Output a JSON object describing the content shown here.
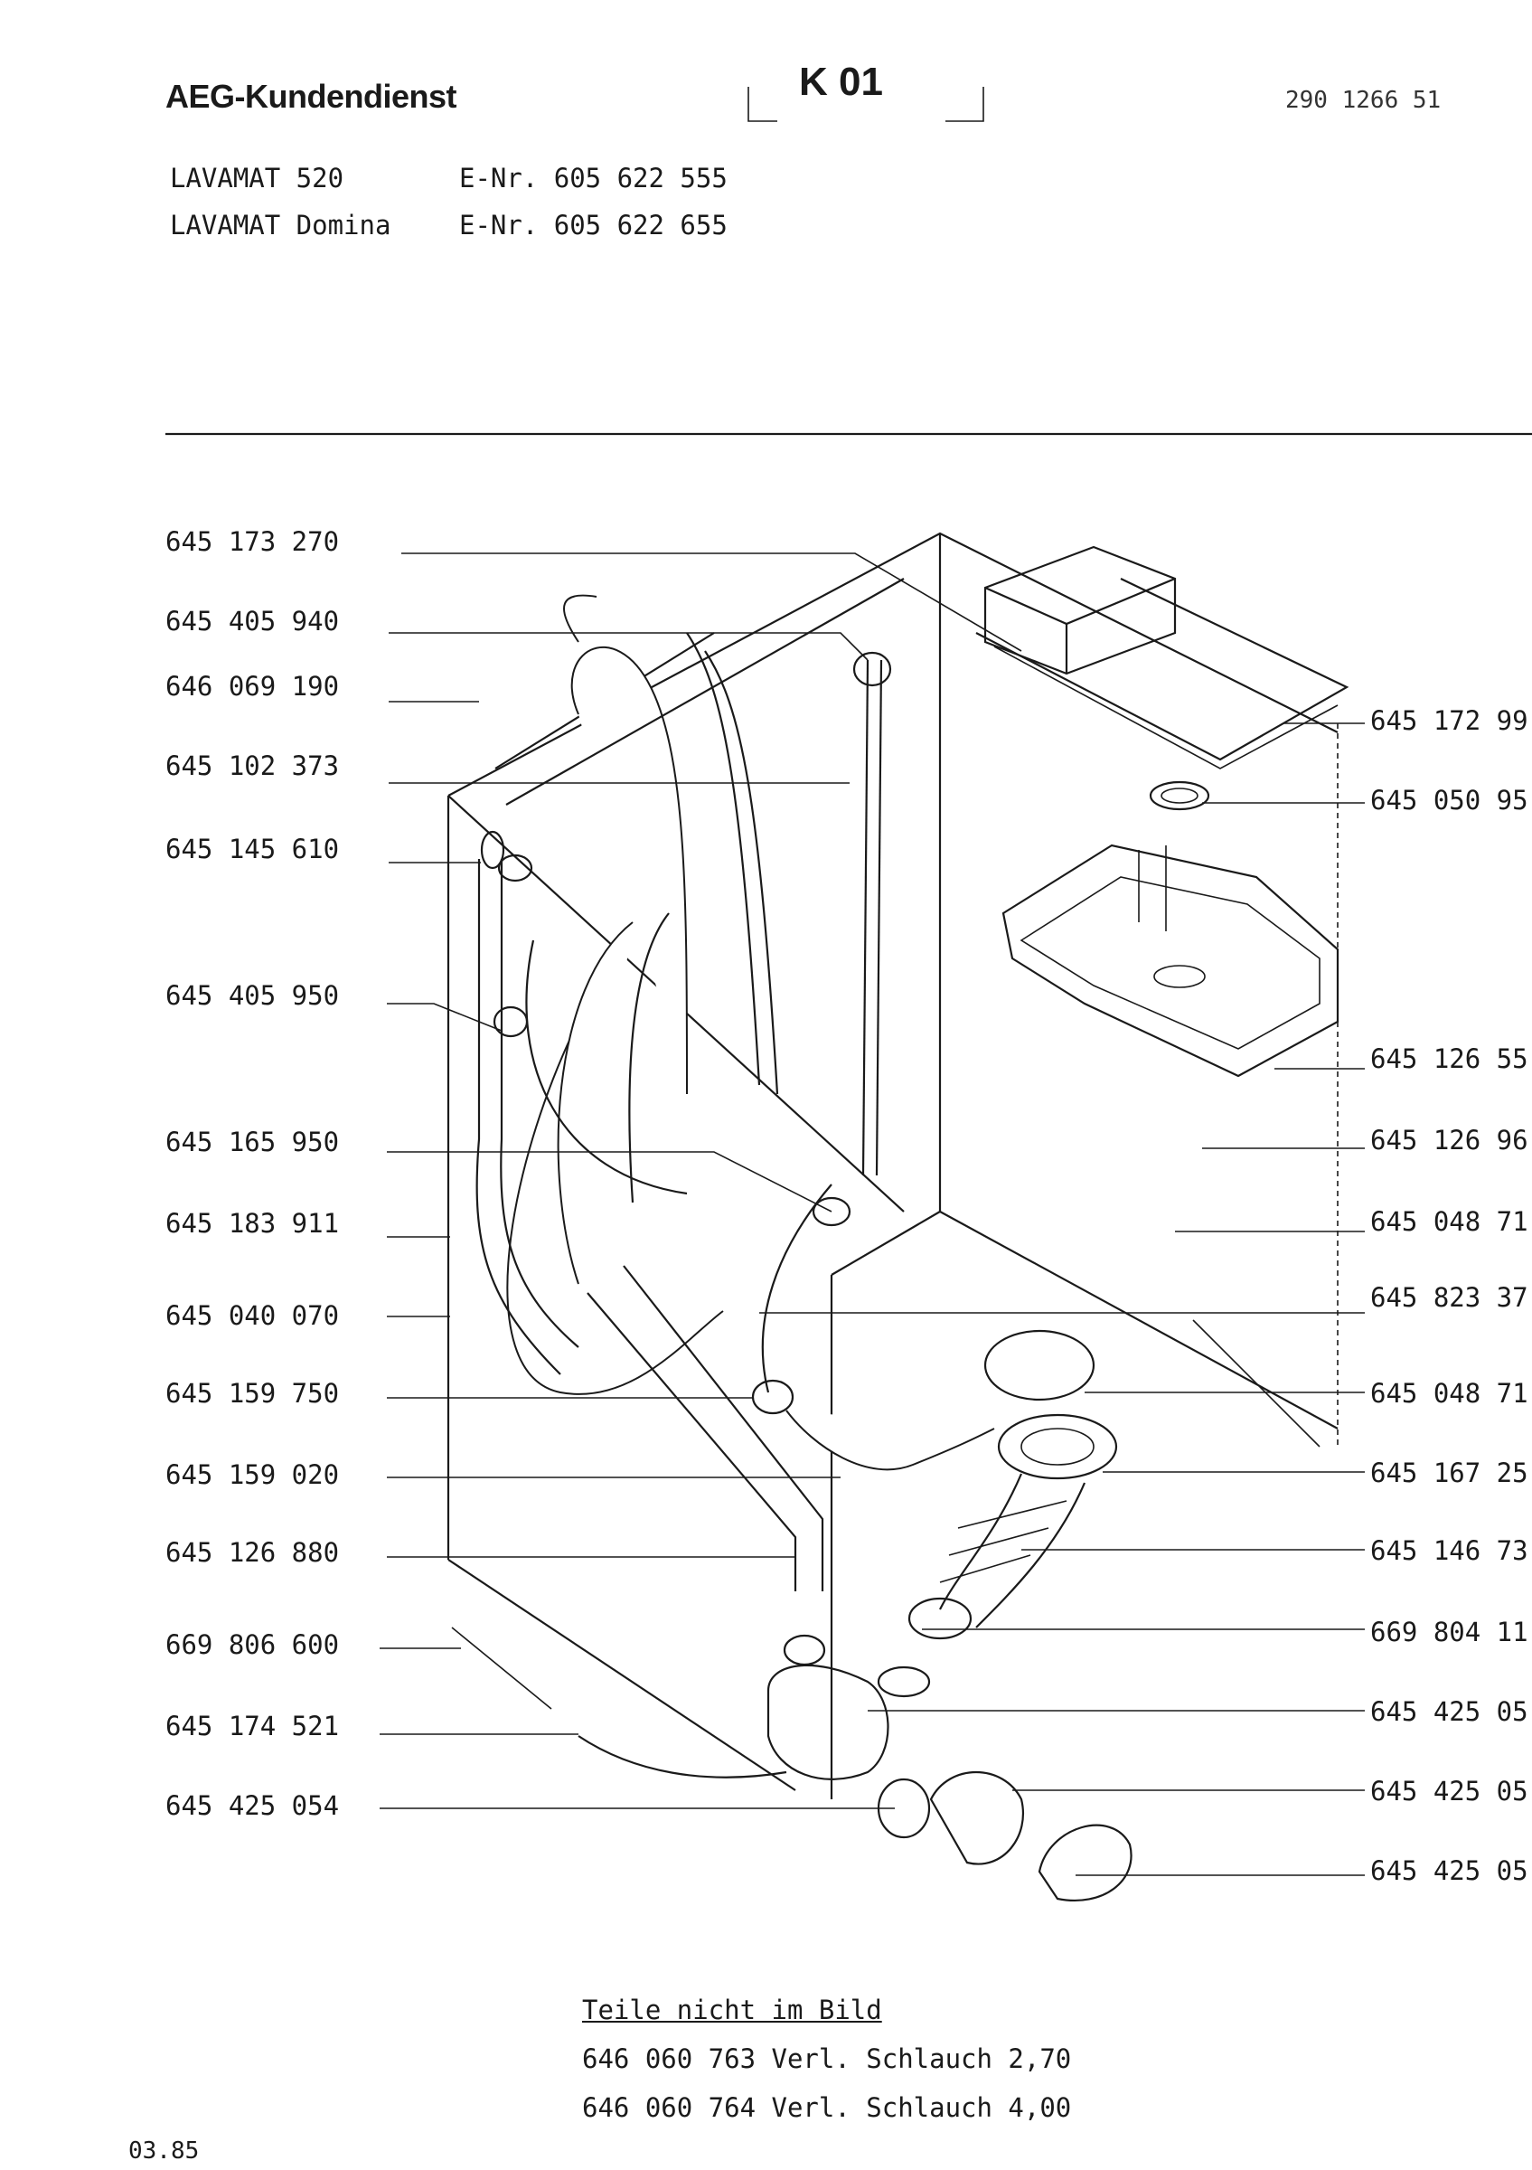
{
  "header": {
    "brand": "AEG-Kundendienst",
    "code": "K 01",
    "doc_number": "290 1266 51"
  },
  "models": [
    {
      "name": "LAVAMAT 520",
      "enr": "E-Nr. 605 622 555"
    },
    {
      "name": "LAVAMAT Domina",
      "enr": "E-Nr. 605 622 655"
    }
  ],
  "parts_left": [
    "645 173 270",
    "645 405 940",
    "646 069 190",
    "645 102 373",
    "645 145 610",
    "645 405 950",
    "645 165 950",
    "645 183 911",
    "645 040 070",
    "645 159 750",
    "645 159 020",
    "645 126 880",
    "669 806 600",
    "645 174 521",
    "645 425 054"
  ],
  "parts_right": [
    "645 172 99",
    "645 050 95",
    "645 126 55",
    "645 126 96",
    "645 048 71",
    "645 823 37",
    "645 048 71",
    "645 167 25",
    "645 146 73",
    "669 804 11",
    "645 425 05",
    "645 425 05",
    "645 425 05"
  ],
  "footer": {
    "title": "Teile nicht im Bild",
    "lines": [
      "646 060 763 Verl. Schlauch 2,70",
      "646 060 764 Verl. Schlauch 4,00"
    ]
  },
  "date": "03.85"
}
